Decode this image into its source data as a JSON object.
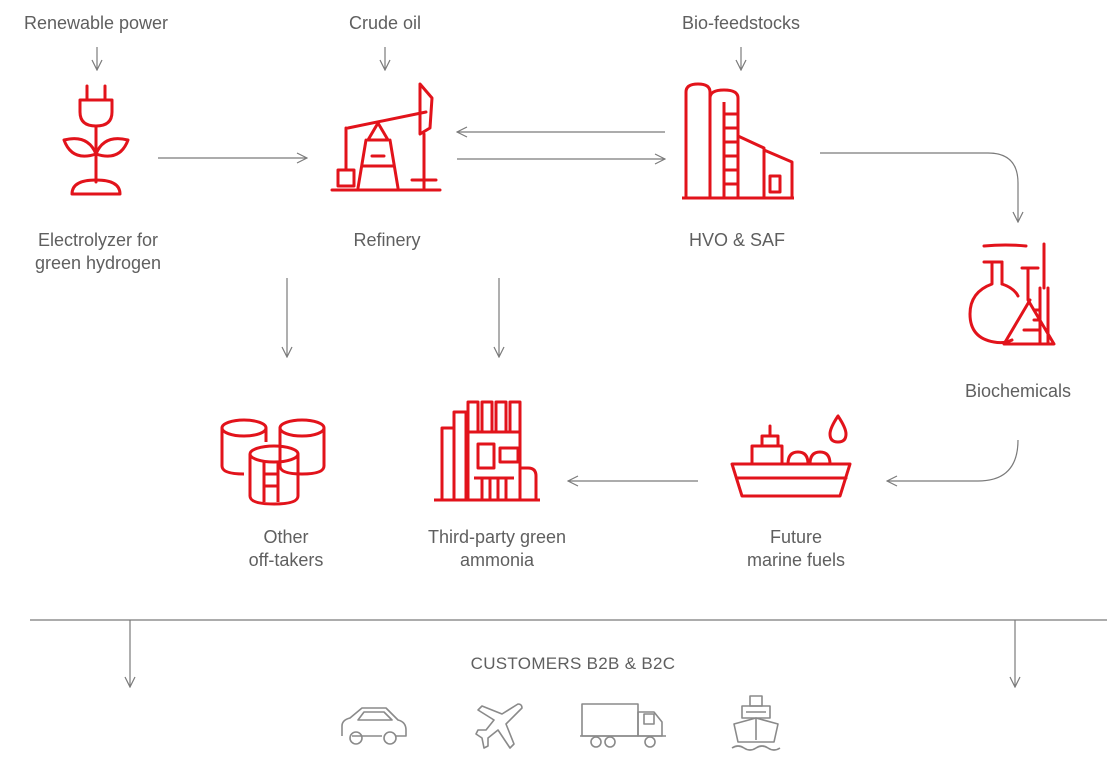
{
  "inputs": {
    "renewable": "Renewable power",
    "crude": "Crude oil",
    "bio": "Bio-feedstocks"
  },
  "nodes": {
    "electrolyzer": {
      "line1": "Electrolyzer for",
      "line2": "green hydrogen"
    },
    "refinery": {
      "line1": "Refinery"
    },
    "hvo": {
      "line1": "HVO & SAF"
    },
    "biochemicals": {
      "line1": "Biochemicals"
    },
    "offtakers": {
      "line1": "Other",
      "line2": "off-takers"
    },
    "ammonia": {
      "line1": "Third-party green",
      "line2": "ammonia"
    },
    "marine": {
      "line1": "Future",
      "line2": "marine fuels"
    }
  },
  "customers": {
    "label": "CUSTOMERS B2B & B2C"
  },
  "colors": {
    "accent": "#e2131b",
    "line": "#7a7a7a",
    "text": "#5f5f5f"
  },
  "icons": {
    "electrolyzer": "plug-plant-icon",
    "refinery": "pumpjack-icon",
    "hvo": "silo-factory-icon",
    "biochemicals": "flasks-icon",
    "offtakers": "storage-tanks-icon",
    "ammonia": "chemical-plant-icon",
    "marine": "tanker-ship-icon",
    "car": "car-icon",
    "plane": "plane-icon",
    "truck": "truck-icon",
    "ship": "cruise-ship-icon"
  }
}
